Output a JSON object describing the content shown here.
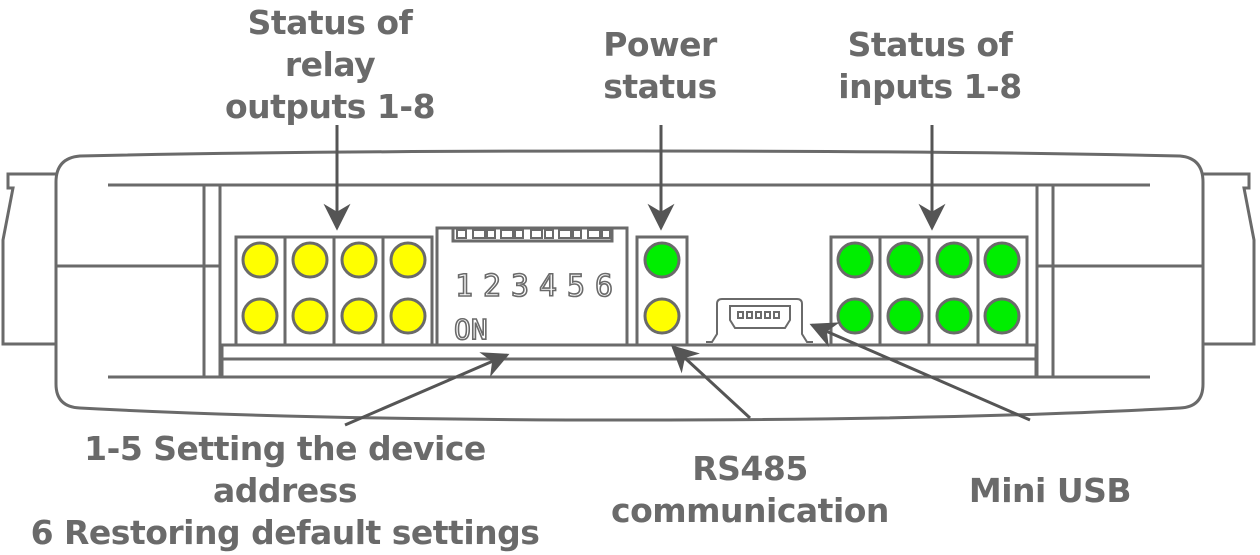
{
  "labels": {
    "relay_outputs": [
      "Status of",
      "relay",
      "outputs 1-8"
    ],
    "power_status": [
      "Power",
      "status"
    ],
    "inputs": [
      "Status of",
      "inputs 1-8"
    ],
    "dip_switch": [
      "1-5 Setting the device",
      "address",
      "6 Restoring default settings"
    ],
    "rs485": [
      "RS485",
      "communication"
    ],
    "mini_usb": [
      "Mini USB"
    ]
  },
  "dip_switch": {
    "numbers": [
      "1",
      "2",
      "3",
      "4",
      "5",
      "6"
    ],
    "on_label": "ON"
  },
  "leds": {
    "relay_outputs": {
      "count": 8,
      "color": "#ffff00"
    },
    "inputs": {
      "count": 8,
      "color": "#00ee00"
    },
    "power": {
      "color": "#00ee00"
    },
    "rs485": {
      "color": "#ffff00"
    }
  },
  "colors": {
    "outline": "#6a6a6a",
    "text": "#6a6a6a",
    "arrow": "#555555"
  }
}
